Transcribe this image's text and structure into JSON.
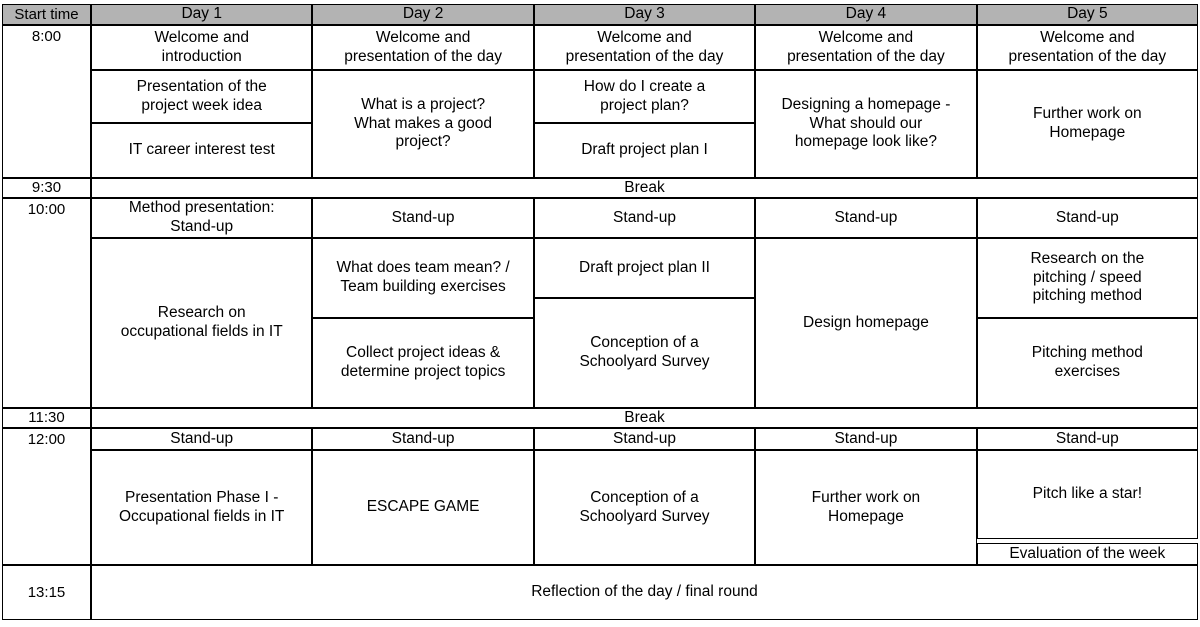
{
  "colors": {
    "header_bg": "#b3b3b3",
    "border": "#000000",
    "background": "#ffffff"
  },
  "header": {
    "start_time": "Start time",
    "days": [
      "Day 1",
      "Day 2",
      "Day 3",
      "Day 4",
      "Day 5"
    ]
  },
  "schedule": [
    {
      "time": "8:00",
      "days": [
        [
          "Welcome and\nintroduction",
          "Presentation of the\nproject week idea",
          "IT career interest test"
        ],
        [
          "Welcome and\npresentation of the day",
          "What is a project?\nWhat makes a good\nproject?"
        ],
        [
          "Welcome and\npresentation of the day",
          "How do I create a\nproject plan?",
          "Draft project plan I"
        ],
        [
          "Welcome and\npresentation of the day",
          "Designing a homepage -\nWhat should our\nhomepage look like?"
        ],
        [
          "Welcome and\npresentation of the day",
          "Further work on\nHomepage"
        ]
      ]
    },
    {
      "time": "9:30",
      "label": "Break"
    },
    {
      "time": "10:00",
      "days": [
        [
          "Method presentation:\nStand-up",
          "Research on\noccupational fields in IT"
        ],
        [
          "Stand-up",
          "What does team mean? /\nTeam building exercises",
          "Collect project ideas &\ndetermine project topics"
        ],
        [
          "Stand-up",
          "Draft project plan II",
          "Conception of a\nSchoolyard Survey"
        ],
        [
          "Stand-up",
          "Design homepage"
        ],
        [
          "Stand-up",
          "Research on the\npitching / speed\npitching method",
          "Pitching method\nexercises"
        ]
      ]
    },
    {
      "time": "11:30",
      "label": "Break"
    },
    {
      "time": "12:00",
      "days": [
        [
          "Stand-up",
          "Presentation Phase I -\nOccupational fields in IT"
        ],
        [
          "Stand-up",
          "ESCAPE GAME"
        ],
        [
          "Stand-up",
          "Conception of a\nSchoolyard Survey"
        ],
        [
          "Stand-up",
          "Further work on\nHomepage"
        ],
        [
          "Stand-up",
          "Pitch like a star!",
          "Evaluation of the week"
        ]
      ]
    },
    {
      "time": "13:15",
      "label": "Reflection of the day / final round"
    }
  ]
}
